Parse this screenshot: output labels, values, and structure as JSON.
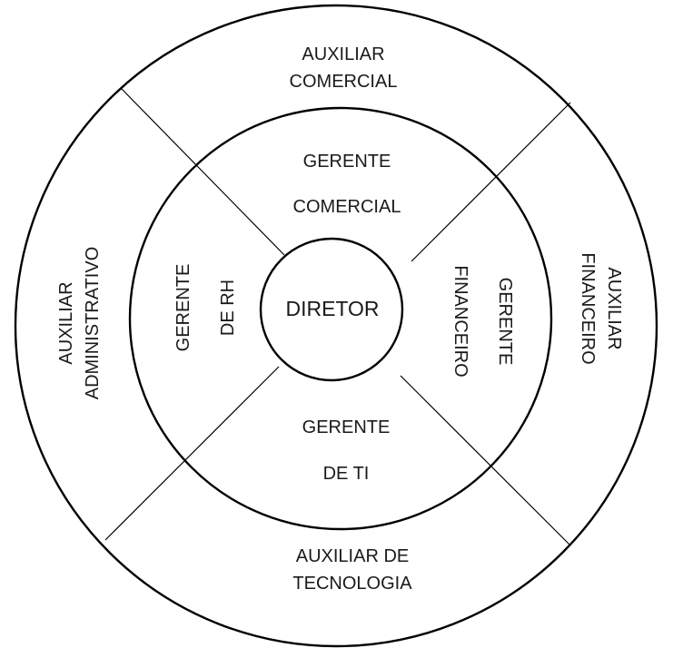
{
  "center": {
    "label": "DIRETOR"
  },
  "middle_ring": {
    "top": [
      "GERENTE",
      "COMERCIAL"
    ],
    "right": [
      "GERENTE",
      "FINANCEIRO"
    ],
    "bottom": [
      "GERENTE",
      "DE TI"
    ],
    "left": [
      "GERENTE",
      "DE RH"
    ]
  },
  "outer_ring": {
    "top": [
      "AUXILIAR",
      "COMERCIAL"
    ],
    "right": [
      "AUXILIAR",
      "FINANCEIRO"
    ],
    "bottom": [
      "AUXILIAR DE",
      "TECNOLOGIA"
    ],
    "left": [
      "AUXILIAR",
      "ADMINISTRATIVO"
    ]
  },
  "colors": {
    "stroke": "#000000",
    "text": "#1a1a1a",
    "background": "#ffffff"
  }
}
